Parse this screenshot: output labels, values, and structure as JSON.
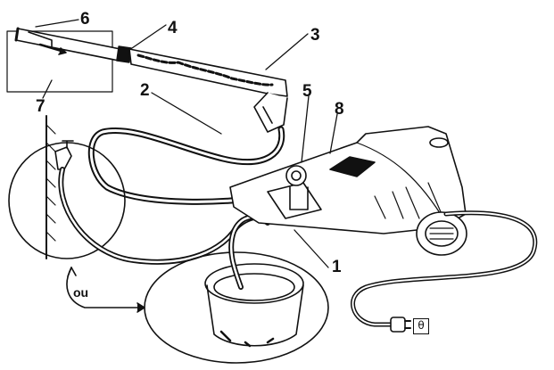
{
  "labels": {
    "n1": "1",
    "n2": "2",
    "n3": "3",
    "n4": "4",
    "n5": "5",
    "n6": "6",
    "n7": "7",
    "n8": "8",
    "ou": "ou",
    "plug_symbol": "θ"
  },
  "colors": {
    "ink": "#111111",
    "paper": "#ffffff"
  }
}
